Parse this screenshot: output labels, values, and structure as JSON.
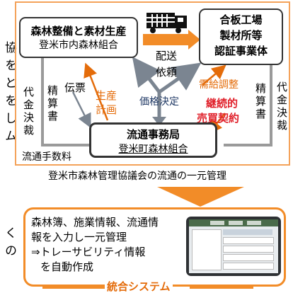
{
  "left_side_text": [
    "協",
    "を",
    "と",
    "を",
    "し",
    "ム"
  ],
  "left_side_text_bottom": [
    "く",
    "の"
  ],
  "producer_box": {
    "title": "森林整備と素材生産",
    "subtitle": "登米市内森林組合"
  },
  "processor_box": {
    "line1": "合板工場",
    "line2": "製材所等",
    "line3": "認証事業体"
  },
  "center_box": {
    "title": "流通事務局",
    "subtitle": "登米町森林組合"
  },
  "labels": {
    "haiso": "配送",
    "irai": "依頼",
    "denpyo": "伝票",
    "seisan": "生産",
    "keikaku": "計画",
    "kakaku": "価格決定",
    "jukyu": "需給調整",
    "keizoku": "継続的",
    "baibai": "売買契約",
    "daikin_left": "代金決裁",
    "seisansho_left": "精算書",
    "seisansho_right": "精算書",
    "daikin_right": "代金決裁",
    "tesuryo": "流通手数料"
  },
  "caption": "登米市森林管理協議会の流通の一元管理",
  "system": {
    "text1": "森林簿、施業情報、流通情",
    "text2": "報を入力し一元管理",
    "text3": "⇒トレーサビリティ情報",
    "text4": "を自動作成",
    "title": "統合システム"
  },
  "colors": {
    "orange": "#e46c0a",
    "red": "#e0202a",
    "navy": "#1f3864",
    "arrow_gray": "#8a8a8a"
  }
}
